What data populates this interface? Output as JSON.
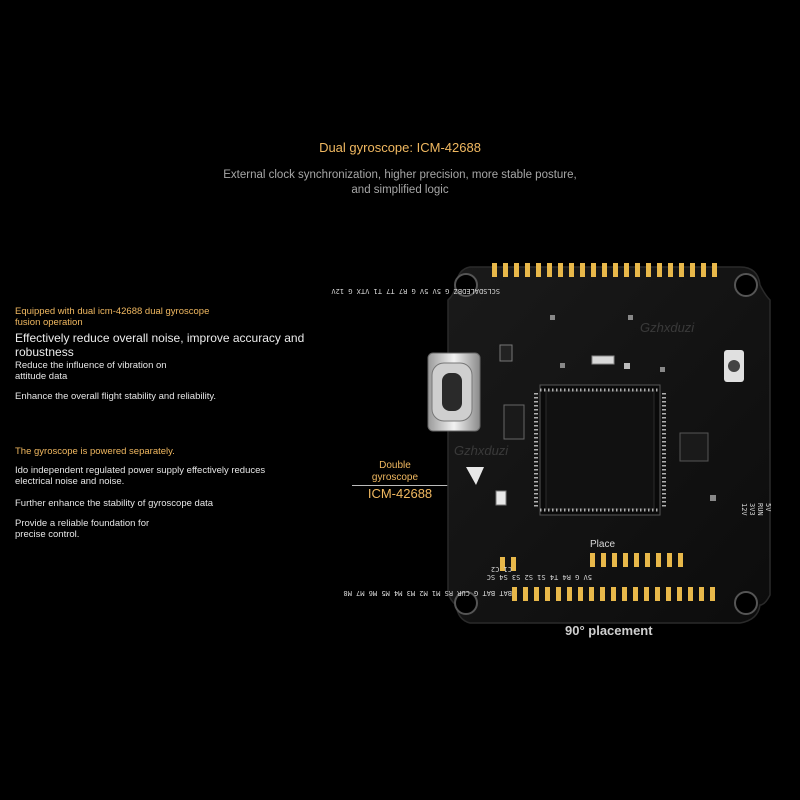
{
  "heading": {
    "title": "Dual gyroscope: ICM-42688",
    "subtitle_line1": "External clock synchronization, higher precision, more stable posture,",
    "subtitle_line2": "and simplified logic"
  },
  "features": {
    "group1_heading_line1": "Equipped with dual icm-42688 dual gyroscope",
    "group1_heading_line2": "fusion operation",
    "noise_line1": "Effectively reduce overall noise, improve accuracy and",
    "noise_line2": "robustness",
    "vibration_line1": "Reduce the influence of vibration on",
    "vibration_line2": "attitude data",
    "stability": "Enhance the overall flight stability and reliability.",
    "group2_heading": "The gyroscope is powered separately.",
    "power_line1": "Ido independent regulated power supply effectively reduces",
    "power_line2": "electrical noise and noise.",
    "gyro_stability": "Further enhance the stability of gyroscope data",
    "foundation_line1": "Provide a reliable foundation for",
    "foundation_line2": "precise control."
  },
  "callout": {
    "label_line1": "Double",
    "label_line2": "gyroscope",
    "model": "ICM-42688"
  },
  "board": {
    "top_pins": "SCLSDALEDBZ G 5V 5V G R7 T7 T1 VTX G 12V",
    "bottom_pins": "5V G R4 T4 S1 S2 S3 S4 SC",
    "bottom_pins2": "BAT BAT G CUR RS M1 M2 M3 M4 M5 M6 M7 M8",
    "bottom_pins_left": "C1 C2",
    "side_labels": [
      "12V",
      "3V3",
      "RUN",
      "5V"
    ],
    "mark_text": "Place",
    "placement_label": "90° placement"
  },
  "watermarks": [
    "Gzhxduzi",
    "Gzhxduzi"
  ]
}
